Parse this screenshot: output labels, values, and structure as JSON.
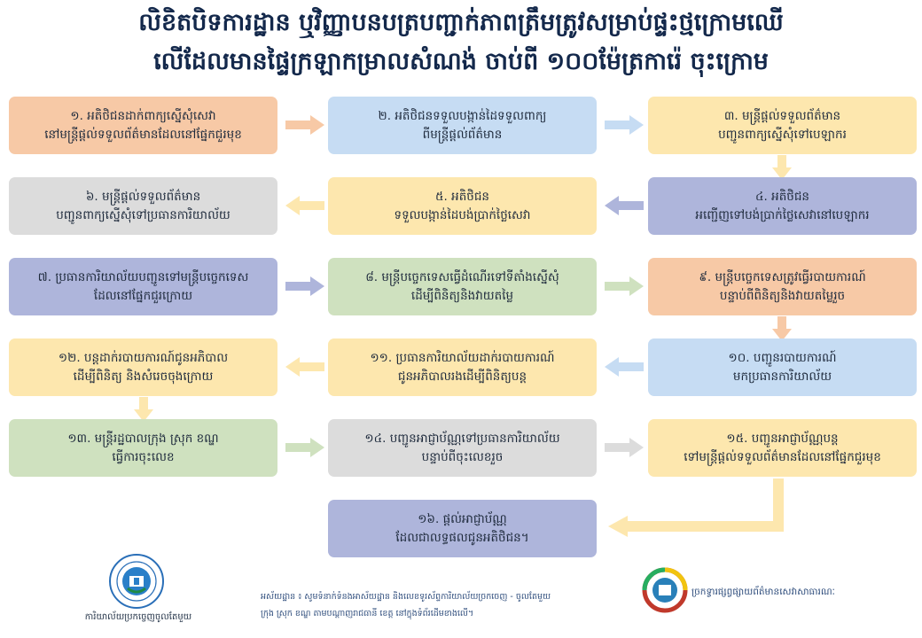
{
  "title": {
    "line1": "លិខិតបិទការដ្ឋាន ឬវិញ្ញាបនបត្របញ្ជាក់ភាពត្រឹមត្រូវសម្រាប់ផ្ទះថ្មក្រោមឈើ",
    "line2": "លើដែលមានផ្ទៃក្រឡាកម្រាលសំណង់ ចាប់ពី ១០០ម៉ែត្រការ៉េ ចុះក្រោម"
  },
  "steps": [
    {
      "line1": "១. អតិថិជនដាក់ពាក្យស្នើសុំសេវា",
      "line2": "នៅមន្ត្រីផ្តល់ទទួលព័ត៌មានដែលនៅផ្នែកជួរមុខ",
      "color": "#f7c9a6"
    },
    {
      "line1": "២. អតិថិជនទទួលបង្កាន់ដៃទទួលពាក្យ",
      "line2": "ពីមន្ត្រីផ្តល់ព័ត៌មាន",
      "color": "#c6dcf3"
    },
    {
      "line1": "៣. មន្ត្រីផ្តល់ទទួលព័ត៌មាន",
      "line2": "បញ្ជូនពាក្យស្នើសុំទៅបេឡាករ",
      "color": "#fde7ae"
    },
    {
      "line1": "៤. អតិថិជន",
      "line2": "អញ្ជើញទៅបង់ប្រាក់ថ្លៃសេវានៅបេឡាករ",
      "color": "#aeb5db"
    },
    {
      "line1": "៥. អតិថិជន",
      "line2": "ទទួលបង្កាន់ដៃបង់ប្រាក់ថ្លៃសេវា",
      "color": "#fde7ae"
    },
    {
      "line1": "៦. មន្ត្រីផ្តល់ទទួលព័ត៌មាន",
      "line2": "បញ្ជូនពាក្យស្នើសុំទៅប្រធានការិយាល័យ",
      "color": "#dcdcdc"
    },
    {
      "line1": "៧. ប្រធានការិយាល័យបញ្ជូនទៅមន្ត្រីបច្ចេកទេស",
      "line2": "ដែលនៅផ្នែកជួរក្រោយ",
      "color": "#aeb5db"
    },
    {
      "line1": "៨. មន្ត្រីបច្ចេកទេសធ្វើដំណើរទៅទីតាំងស្នើសុំ",
      "line2": "ដើម្បីពិនិត្យនិងវាយតម្លៃ",
      "color": "#cfe1bf"
    },
    {
      "line1": "៩. មន្ត្រីបច្ចេកទេសត្រូវធ្វើរបាយការណ៍",
      "line2": "បន្ទាប់ពីពិនិត្យនិងវាយតម្លៃរួច",
      "color": "#f7c9a6"
    },
    {
      "line1": "១០. បញ្ជូនរបាយការណ៍",
      "line2": "មកប្រធានការិយាល័យ",
      "color": "#c6dcf3"
    },
    {
      "line1": "១១. ប្រធានការិយាល័យដាក់របាយការណ៍",
      "line2": "ជូនអភិបាលរងដើម្បីពិនិត្យបន្ត",
      "color": "#fde7ae"
    },
    {
      "line1": "១២. បន្តដាក់របាយការណ៍ជូនអភិបាល",
      "line2": "ដើម្បីពិនិត្យ និងសំរេចចុងក្រោយ",
      "color": "#fde7ae"
    },
    {
      "line1": "១៣. មន្ត្រីរដ្ឋបាលក្រុង ស្រុក ខណ្ឌ",
      "line2": "ធ្វើការចុះលេខ",
      "color": "#cfe1bf"
    },
    {
      "line1": "១៤. បញ្ជូនអាជ្ញាប័ណ្ណទៅប្រធានការិយាល័យ",
      "line2": "បន្ទាប់ពីចុះលេខរួច",
      "color": "#dcdcdc"
    },
    {
      "line1": "១៥. បញ្ជូនអាជ្ញាប័ណ្ណបន្ត",
      "line2": "ទៅមន្ត្រីផ្តល់ទទួលព័ត៌មានដែលនៅផ្នែកជួរមុខ",
      "color": "#fde7ae"
    },
    {
      "line1": "១៦. ផ្តល់អាជ្ញាប័ណ្ណ",
      "line2": "ដែលជាលទ្ធផលជូនអតិថិជន។",
      "color": "#aeb5db"
    }
  ],
  "footer": {
    "left_caption": "ការិយាល័យប្រកច្ចេញចូលតែមួយ",
    "note_line1": "អស័យដ្ឋាន ៖ សូមទំនាក់ទំនងអាស័យដ្ឋាន និងលេខទូរស័ព្ទការិយាល័យច្រកចេញ - ចូលតែមួយ",
    "note_line2": "ក្រុង ស្រុក ខណ្ឌ តាមបណ្តាញរាជធានី ខេត្ត នៅក្នុងទំព័រដើមខាងលើ។",
    "right_caption": "ច្រកទ្វារផ្សព្វផ្សាយព័ត៌មានសេវាសាធារណៈ"
  },
  "colors": {
    "orange": "#f7c9a6",
    "blue": "#c6dcf3",
    "yellow": "#fde7ae",
    "grey": "#dcdcdc",
    "purple": "#aeb5db",
    "green": "#cfe1bf",
    "title": "#13284b"
  },
  "icons": {
    "left_logo": "government-seal-icon",
    "right_logo": "public-service-portal-icon"
  }
}
